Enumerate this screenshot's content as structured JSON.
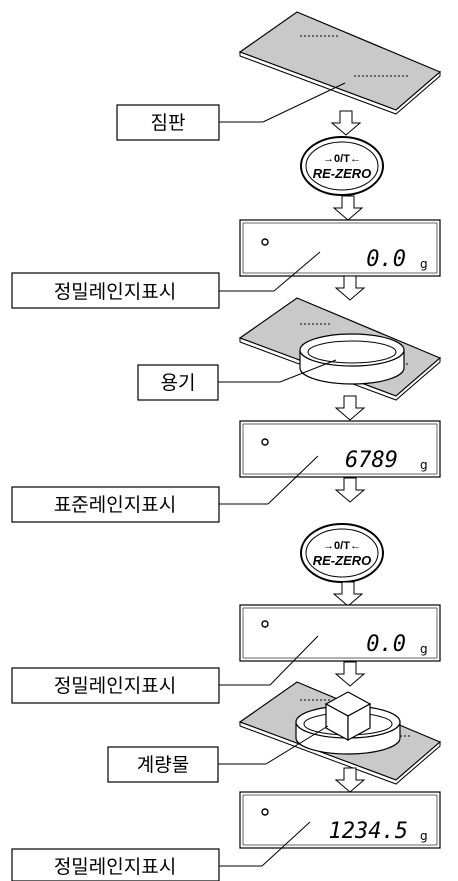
{
  "labels": {
    "pan": "짐판",
    "container": "용기",
    "sample": "계량물",
    "precision_range_1": "정밀레인지표시",
    "standard_range": "표준레인지표시",
    "precision_range_2": "정밀레인지표시",
    "precision_range_3": "정밀레인지표시"
  },
  "buttons": {
    "rezero_top": "→0/T←",
    "rezero_bottom": "RE-ZERO"
  },
  "displays": [
    {
      "value": "0.0",
      "unit": "g"
    },
    {
      "value": "6789",
      "unit": "g"
    },
    {
      "value": "0.0",
      "unit": "g"
    },
    {
      "value": "1234.5",
      "unit": "g"
    }
  ],
  "colors": {
    "pan_fill": "#c9c9c9",
    "line": "#000000",
    "background": "#ffffff"
  }
}
